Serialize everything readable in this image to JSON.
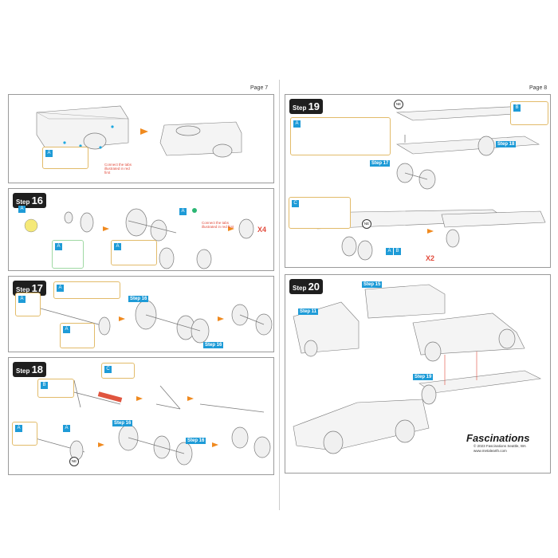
{
  "pages": {
    "left": "Page 7",
    "right": "Page 8"
  },
  "steps": [
    {
      "id": "step16",
      "word": "Step",
      "num": "16"
    },
    {
      "id": "step17",
      "word": "Step",
      "num": "17"
    },
    {
      "id": "step18",
      "word": "Step",
      "num": "18"
    },
    {
      "id": "step19",
      "word": "Step",
      "num": "19"
    },
    {
      "id": "step20",
      "word": "Step",
      "num": "20"
    }
  ],
  "notes": {
    "connect1": "Connect the tabs illustrated in red first",
    "connect2": "Connect the tabs illustrated in red first"
  },
  "multipliers": {
    "step16": "X4",
    "step19": "X2"
  },
  "ref_tags": {
    "s17_step16": "Step 16",
    "s17_step16b": "Step 16",
    "s18_step16": "Step 16",
    "s18_step16b": "Step 16",
    "s19_step18": "Step 18",
    "s19_step17": "Step 17",
    "s20_step15": "Step 15",
    "s20_step11": "Step 11",
    "s20_step19": "Step 19"
  },
  "ne": "NE",
  "footer": {
    "brand": "Fascinations",
    "copyright": "© 2023 Fascinations Seattle, WA",
    "url": "www.metalearth.com"
  }
}
